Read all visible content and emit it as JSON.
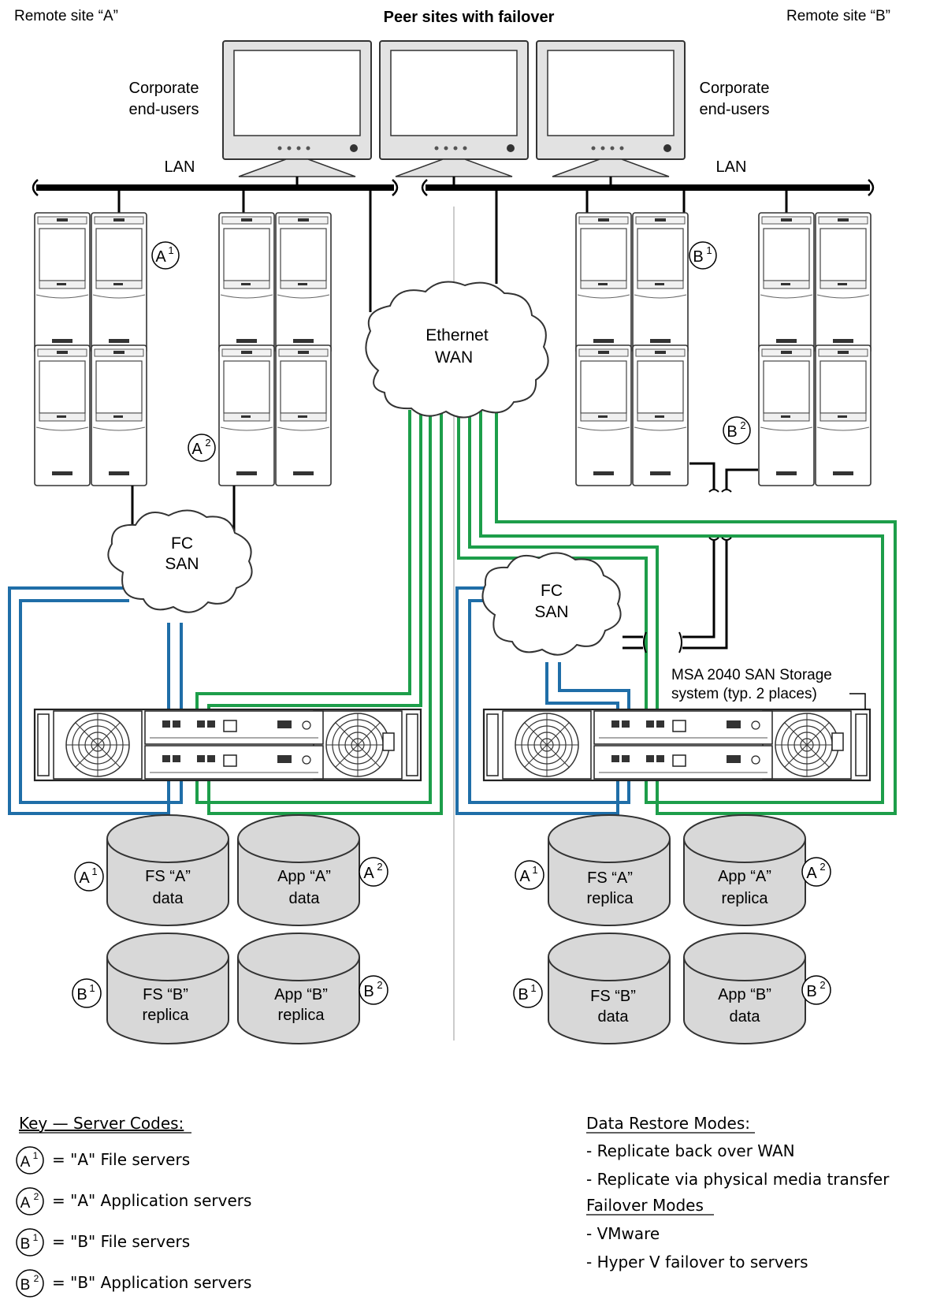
{
  "header": {
    "site_a": "Remote site “A”",
    "title": "Peer sites with failover",
    "site_b": "Remote site “B”"
  },
  "labels": {
    "corp_a_1": "Corporate",
    "corp_a_2": "end-users",
    "corp_b_1": "Corporate",
    "corp_b_2": "end-users",
    "lan_a": "LAN",
    "lan_b": "LAN",
    "wan_1": "Ethernet",
    "wan_2": "WAN",
    "fc_a_1": "FC",
    "fc_a_2": "SAN",
    "fc_b_1": "FC",
    "fc_b_2": "SAN",
    "msa_1": "MSA 2040 SAN Storage",
    "msa_2": "system (typ. 2 places)"
  },
  "server_badges": {
    "a1": {
      "letter": "A",
      "num": "1"
    },
    "a2": {
      "letter": "A",
      "num": "2"
    },
    "b1": {
      "letter": "B",
      "num": "1"
    },
    "b2": {
      "letter": "B",
      "num": "2"
    }
  },
  "volumes_left": [
    {
      "line1": "FS “A”",
      "line2": "data"
    },
    {
      "line1": "App “A”",
      "line2": "data"
    },
    {
      "line1": "FS “B”",
      "line2": "replica"
    },
    {
      "line1": "App “B”",
      "line2": "replica"
    }
  ],
  "volumes_right": [
    {
      "line1": "FS “A”",
      "line2": "replica"
    },
    {
      "line1": "App “A”",
      "line2": "replica"
    },
    {
      "line1": "FS “B”",
      "line2": "data"
    },
    {
      "line1": "App “B”",
      "line2": "data"
    }
  ],
  "key": {
    "title": "Key — Server Codes:",
    "items": [
      "= \"A\" File servers",
      "= \"A\" Application servers",
      "= \"B\" File servers",
      "= \"B\" Application servers"
    ]
  },
  "restore": {
    "title": "Data Restore Modes:",
    "items": [
      "- Replicate back over WAN",
      "- Replicate via physical media transfer"
    ]
  },
  "failover": {
    "title": "Failover Modes",
    "items": [
      "- VMware",
      "- Hyper V failover to servers"
    ]
  },
  "colors": {
    "green": "#1d9e4a",
    "blue": "#1f6ea8",
    "gray_fill": "#d8d8d8",
    "light_fill": "#eeeeee"
  }
}
